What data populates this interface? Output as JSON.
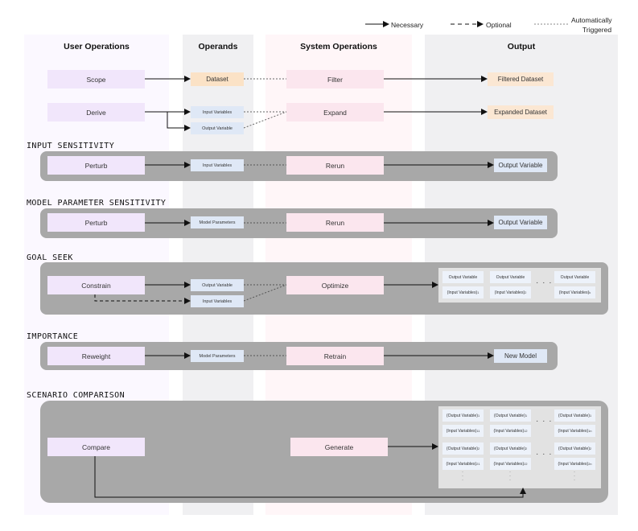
{
  "legend": {
    "necessary": "Necessary",
    "optional": "Optional",
    "auto_line1": "Automatically",
    "auto_line2": "Triggered"
  },
  "columns": {
    "user_ops": "User Operations",
    "operands": "Operands",
    "system_ops": "System Operations",
    "output": "Output"
  },
  "colors": {
    "user_col": "#fbf8ff",
    "operand_col": "#f0f0f2",
    "system_col": "#fff6f8",
    "output_col": "#f0f0f2",
    "panel": "#a8a8a8"
  },
  "rows": {
    "scope": {
      "user": "Scope",
      "operand": "Dataset",
      "system": "Filter",
      "output": "Filtered Dataset"
    },
    "derive": {
      "user": "Derive",
      "operand1": "Input Variables",
      "operand2": "Output Variable",
      "system": "Expand",
      "output": "Expanded Dataset"
    }
  },
  "sections": {
    "input_sensitivity": {
      "title": "INPUT SENSITIVITY",
      "user": "Perturb",
      "operand": "Input Variables",
      "system": "Rerun",
      "output": "Output Variable"
    },
    "model_param": {
      "title": "MODEL PARAMETER SENSITIVITY",
      "user": "Perturb",
      "operand": "Model Parameters",
      "system": "Rerun",
      "output": "Output Variable"
    },
    "goal_seek": {
      "title": "GOAL SEEK",
      "user": "Constrain",
      "operand1": "Output Variable",
      "operand2": "Input Variables",
      "system": "Optimize",
      "cells_top": [
        "Output Variable",
        "Output Variable",
        "Output Variable"
      ],
      "cells_bottom": [
        "(Input Variables)",
        "(Input Variables)",
        "(Input Variables)"
      ],
      "subs": [
        "1",
        "2",
        "k"
      ],
      "dots": "· · ·"
    },
    "importance": {
      "title": "IMPORTANCE",
      "user": "Reweight",
      "operand": "Model Parameters",
      "system": "Retrain",
      "output": "New Model"
    },
    "scenario": {
      "title": "SCENARIO COMPARISON",
      "user": "Compare",
      "system": "Generate",
      "ov": "(Output Variable)",
      "iv": "(Input Variables)",
      "ov_subs": [
        "1",
        "1",
        "1",
        "2",
        "2",
        "2"
      ],
      "iv_subs": [
        "11",
        "12",
        "1n",
        "21",
        "22",
        "2n"
      ],
      "dots": "· · ·",
      "vdots": "·\n·\n·"
    }
  }
}
